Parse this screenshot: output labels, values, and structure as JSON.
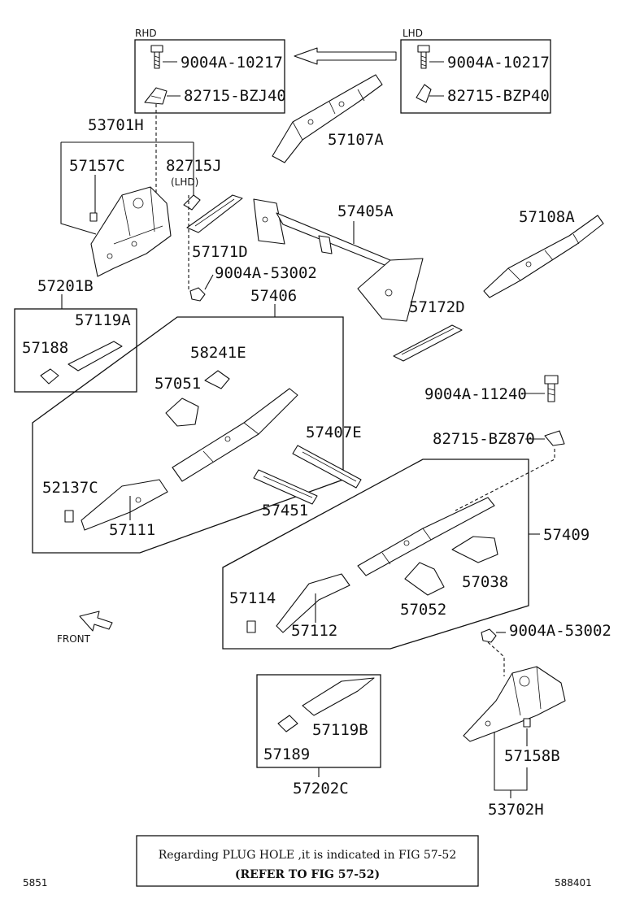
{
  "labels": {
    "rhd": "RHD",
    "lhd": "LHD",
    "lhd_paren": "(LHD)",
    "front": "FRONT",
    "p_9004A_10217_r": "9004A-10217",
    "p_82715_BZJ40": "82715-BZJ40",
    "p_9004A_10217_l": "9004A-10217",
    "p_82715_BZP40": "82715-BZP40",
    "p_57107A": "57107A",
    "p_53701H": "53701H",
    "p_57157C": "57157C",
    "p_82715J": "82715J",
    "p_57171D": "57171D",
    "p_57405A": "57405A",
    "p_57108A": "57108A",
    "p_9004A_53002_a": "9004A-53002",
    "p_57201B": "57201B",
    "p_57406": "57406",
    "p_57172D": "57172D",
    "p_57119A": "57119A",
    "p_57188": "57188",
    "p_58241E": "58241E",
    "p_57051": "57051",
    "p_9004A_11240": "9004A-11240",
    "p_82715_BZ870": "82715-BZ870",
    "p_57407E": "57407E",
    "p_52137C": "52137C",
    "p_57451": "57451",
    "p_57111": "57111",
    "p_57409": "57409",
    "p_57114": "57114",
    "p_57038": "57038",
    "p_57052": "57052",
    "p_57112": "57112",
    "p_9004A_53002_b": "9004A-53002",
    "p_57119B": "57119B",
    "p_57158B": "57158B",
    "p_57189": "57189",
    "p_57202C": "57202C",
    "p_53702H": "53702H"
  },
  "note": {
    "line1": "Regarding PLUG HOLE ,it is indicated in FIG 57-52",
    "line2": "(REFER TO FIG 57-52)"
  },
  "footer": {
    "left_code": "5851",
    "right_code": "588401"
  }
}
